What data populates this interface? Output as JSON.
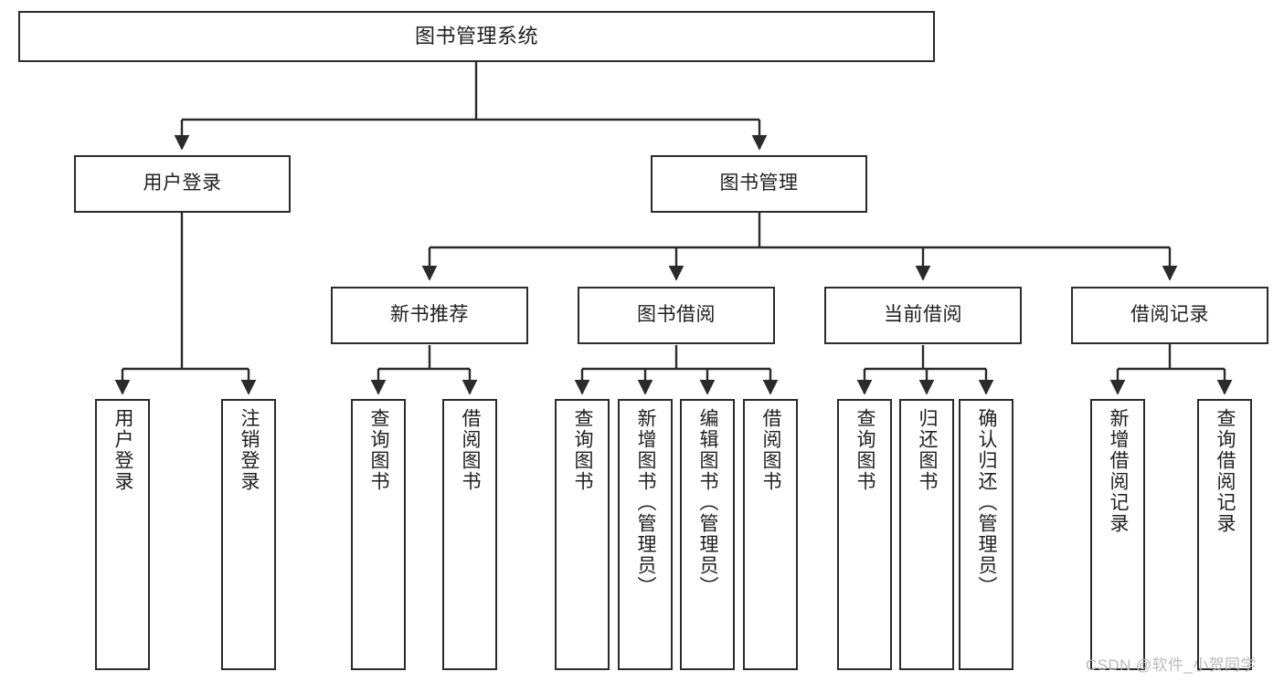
{
  "diagram": {
    "type": "tree-hierarchy-chart",
    "title": "图书管理系统",
    "accent_color": "#2b2b2b",
    "background_color": "#ffffff",
    "root": {
      "id": "root",
      "label": "图书管理系统"
    },
    "level2": [
      {
        "id": "user-login",
        "label": "用户登录"
      },
      {
        "id": "book-manage",
        "label": "图书管理"
      }
    ],
    "level3": [
      {
        "id": "new-book-rec",
        "label": "新书推荐"
      },
      {
        "id": "book-borrow",
        "label": "图书借阅"
      },
      {
        "id": "current-borrow",
        "label": "当前借阅"
      },
      {
        "id": "borrow-record",
        "label": "借阅记录"
      }
    ],
    "leaves": {
      "user_login": [
        {
          "id": "leaf-user-login",
          "label": "用户登录"
        },
        {
          "id": "leaf-logout",
          "label": "注销登录"
        }
      ],
      "new_book_rec": [
        {
          "id": "leaf-query-book-1",
          "label": "查询图书"
        },
        {
          "id": "leaf-borrow-book-1",
          "label": "借阅图书"
        }
      ],
      "book_borrow": [
        {
          "id": "leaf-query-book-2",
          "label": "查询图书"
        },
        {
          "id": "leaf-add-book",
          "label": "新增图书（管理员）"
        },
        {
          "id": "leaf-edit-book",
          "label": "编辑图书（管理员）"
        },
        {
          "id": "leaf-borrow-book-2",
          "label": "借阅图书"
        }
      ],
      "current_borrow": [
        {
          "id": "leaf-query-book-3",
          "label": "查询图书"
        },
        {
          "id": "leaf-return-book",
          "label": "归还图书"
        },
        {
          "id": "leaf-confirm-return",
          "label": "确认归还（管理员）"
        }
      ],
      "borrow_record": [
        {
          "id": "leaf-add-record",
          "label": "新增借阅记录"
        },
        {
          "id": "leaf-query-record",
          "label": "查询借阅记录"
        }
      ]
    }
  },
  "watermark": {
    "text": "CSDN @软件_小贺同学"
  }
}
